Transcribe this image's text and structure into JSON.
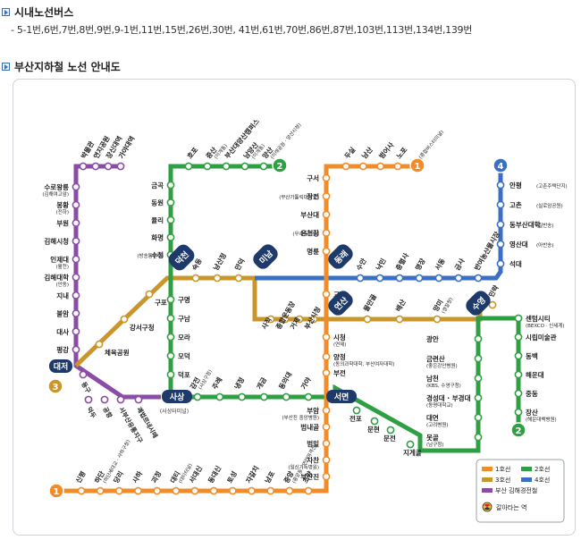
{
  "bus_section": {
    "title": "시내노선버스",
    "routes_text": "- 5-1번,6번,7번,8번,9번,9-1번,11번,15번,26번,30번, 41번,61번,70번,86번,87번,103번,113번,134번,139번"
  },
  "subway_section": {
    "title": "부산지하철 노선 안내도"
  },
  "lines": [
    {
      "id": "1",
      "name": "1호선",
      "color": "#f28c28"
    },
    {
      "id": "2",
      "name": "2호선",
      "color": "#2ea043"
    },
    {
      "id": "3",
      "name": "3호선",
      "color": "#c9962c"
    },
    {
      "id": "4",
      "name": "4호선",
      "color": "#3b6fc4"
    },
    {
      "id": "light",
      "name": "부산 김해경전철",
      "color": "#8a4ca6"
    }
  ],
  "legend": {
    "items": [
      "1호선",
      "2호선",
      "3호선",
      "4호선",
      "부산 김해경전철"
    ],
    "transfer_label": "갈아타는 역"
  },
  "terminal_badges": [
    "1",
    "2",
    "3",
    "4"
  ],
  "transfer_stations": {
    "daejeo": "대저",
    "deokcheon": "덕천",
    "minam": "미남",
    "dongnae": "동래",
    "yeonsan": "연산",
    "suyeong": "수영",
    "sasang": "사상",
    "sasang_sub": "(사상터미널)",
    "seomyeon": "서면"
  },
  "station_labels": {
    "light_top": [
      "박물관",
      "연지공원",
      "장신대역",
      "가야대역"
    ],
    "light_left": [
      "수로왕릉",
      "봉황",
      "부원",
      "김해시청",
      "인제대",
      "김해대학",
      "지내",
      "불암",
      "대사",
      "평강"
    ],
    "light_left_sub": [
      "(김해여고앞)",
      "(전하)",
      "",
      "",
      "(활천)",
      "(안동)",
      "",
      "",
      "",
      ""
    ],
    "light_bottom": [
      "등구",
      "덕두",
      "공항",
      "서부산유통지구",
      "괘법르네시떼"
    ],
    "line2_top": [
      "호포",
      "증산",
      "부산대양산캠퍼스",
      "남양산",
      "양산"
    ],
    "line2_top_sub": [
      "",
      "(미개통)",
      "",
      "(미개통)",
      "(미래공원 · 양산시청)"
    ],
    "line2_left": [
      "금곡",
      "동원",
      "율리",
      "화명",
      "수정"
    ],
    "line2_left_sub": [
      "",
      "",
      "",
      "",
      "(방송통신대)"
    ],
    "line3_mid": [
      "숙등",
      "남산정",
      "만덕"
    ],
    "line3_west": [
      "구포",
      "강서구청",
      "체육공원"
    ],
    "line2_mid": [
      "구명",
      "구남",
      "모라",
      "모덕",
      "덕포"
    ],
    "line2_bottom": [
      "감전",
      "주례",
      "냉정",
      "개금",
      "동의대",
      "가야"
    ],
    "line2_bottom_sub": [
      "(사상구청)",
      "",
      "",
      "",
      "",
      ""
    ],
    "line3_middle": [
      "사직",
      "종합운동장",
      "거제",
      "부산시청"
    ],
    "line1_top": [
      "두실",
      "남산",
      "범어사",
      "노포"
    ],
    "line1_top_sub": [
      "",
      "",
      "",
      "(종합버스터미널)"
    ],
    "line1_left": [
      "구서",
      "장전",
      "부산대",
      "온천장",
      "명륜"
    ],
    "line1_left_sub": [
      "",
      "(부산가톨릭대학교)",
      "",
      "(우리들병원)",
      ""
    ],
    "line1_below": [
      "교대",
      "시청",
      "양정",
      "부전"
    ],
    "line1_below_sub": [
      "",
      "(연제)",
      "(동의과학대학, 부산여자대학)",
      ""
    ],
    "line4_east": [
      "수안",
      "낙민",
      "충렬사",
      "명장",
      "서동",
      "금사",
      "반여농산물시장"
    ],
    "line4_north": [
      "안평",
      "고촌",
      "동부산대학",
      "영산대",
      "석대"
    ],
    "line4_north_sub": [
      "(고촌주택단지)",
      "(실로암공원)",
      "(칠반송)",
      "(아반송)",
      ""
    ],
    "line3_east": [
      "물만골",
      "배산",
      "망미",
      "민락"
    ],
    "line3_east_sub": [
      "",
      "",
      "(경찰청)",
      ""
    ],
    "line2_east": [
      "광안",
      "금련산",
      "남천",
      "경성대 · 부경대",
      "대연",
      "못골"
    ],
    "line2_east_sub": [
      "",
      "(좋은강안병원)",
      "(KBS, 수영구청)",
      "(동명대학교)",
      "(고려병원)",
      "(남구청)"
    ],
    "line2_far_east": [
      "센텀시티",
      "시립미술관",
      "동백",
      "해운대",
      "중동",
      "장산"
    ],
    "line2_far_east_sub": [
      "(BEXCO · 신세계)",
      "",
      "",
      "",
      "",
      "(해운대백병원)"
    ],
    "line1_south": [
      "부암",
      "범내골",
      "범일",
      "자찬",
      "부산진"
    ],
    "line1_south_sub": [
      "(부산진 중앙병원)",
      "",
      "",
      "(일신기독병원)",
      ""
    ],
    "line2_south": [
      "전포",
      "문현",
      "문전",
      "지게골"
    ],
    "line1_bottom": [
      "신평",
      "하단",
      "당리",
      "사하",
      "괴정",
      "대티",
      "서대신",
      "동대신",
      "토성",
      "자갈치",
      "남포",
      "중앙",
      "초량"
    ],
    "line1_bottom_sub": [
      "",
      "(하단세대교 · 사하구청)",
      "",
      "",
      "",
      "(대티터널)",
      "",
      "",
      "",
      "",
      "",
      "(중앙동 · 연안여객선)",
      ""
    ]
  }
}
